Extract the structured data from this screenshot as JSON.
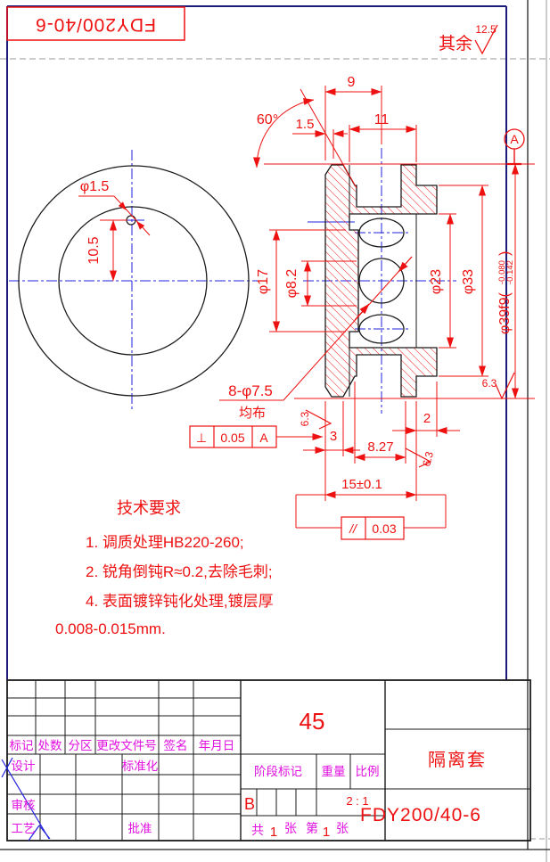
{
  "frame": {
    "mirrored_title": "FDY200/40-6"
  },
  "notes": {
    "rest_label": "其余",
    "rest_value": "12.5",
    "ra": "6.3"
  },
  "front_view": {
    "hole_dia": "φ1.5",
    "hole_offset": "10.5"
  },
  "section": {
    "top": {
      "d9": "9",
      "angle": "60°",
      "chamfer": "1.5",
      "d11": "11",
      "datum": "A"
    },
    "dia": {
      "phi17": "φ17",
      "phi82": "φ8.2",
      "phi23": "φ23",
      "phi33": "φ33",
      "phi39_main": "φ39f9(",
      "phi39_upper": "-0.080",
      "phi39_lower": "-0.142",
      "phi39_close": ")"
    },
    "holes": {
      "label": "8-φ7.5",
      "note": "均布"
    },
    "bottom": {
      "d3": "3",
      "d2": "2",
      "d827": "8.27",
      "d15": "15±0.1"
    },
    "gdt_perp": {
      "symbol": "⊥",
      "value": "0.05",
      "datum": "A"
    },
    "gdt_par": {
      "symbol": "//",
      "value": "0.03"
    }
  },
  "tech": {
    "title": "技术要求",
    "line1": "1. 调质处理HB220-260;",
    "line2": "2. 锐角倒钝R≈0.2,去除毛刺;",
    "line3": "4. 表面镀锌钝化处理,镀层厚",
    "line4": "0.008-0.015mm."
  },
  "tb": {
    "labels": {
      "biaoji": "标记",
      "chushu": "处数",
      "fenqu": "分区",
      "genggai": "更改文件号",
      "qianming": "签名",
      "nianyueri": "年月日",
      "sheji": "设计",
      "biaozhunhua": "标准化",
      "shenhe": "审核",
      "gongyi": "工艺",
      "pizhun": "批准",
      "jieduan": "阶段标记",
      "zhongliang": "重量",
      "bili": "比例"
    },
    "values": {
      "material": "45",
      "stage": "B",
      "scale": "2 : 1",
      "part_name": "隔离套",
      "drawing_no": "FDY200/40-6"
    },
    "sheet": {
      "gong": "共",
      "zhang1": "张",
      "di": "第",
      "zhang2": "张",
      "n1": "1",
      "n2": "1"
    }
  }
}
